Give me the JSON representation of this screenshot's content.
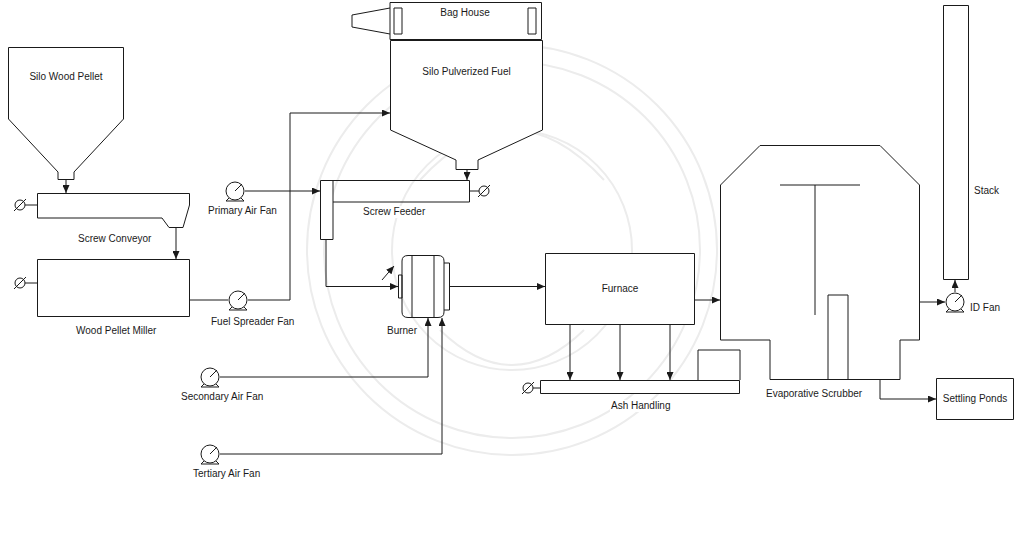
{
  "diagram": {
    "nodes": [
      {
        "text": [
          "Silo Wood Pellet"
        ]
      },
      {
        "text": [
          "Screw Conveyor"
        ]
      },
      {
        "text": [
          "Wood Pellet Miller"
        ]
      },
      {
        "text": [
          "Primary Air Fan"
        ]
      },
      {
        "text": [
          "Fuel Spreader Fan"
        ]
      },
      {
        "text": [
          "Secondary Air Fan"
        ]
      },
      {
        "text": [
          "Tertiary Air Fan"
        ]
      },
      {
        "text": [
          "Bag House"
        ]
      },
      {
        "text": [
          "Silo Pulverized Fuel"
        ]
      },
      {
        "text": [
          "Screw Feeder"
        ]
      },
      {
        "text": [
          "Burner"
        ]
      },
      {
        "text": [
          "Furnace"
        ]
      },
      {
        "text": [
          "Ash Handling"
        ]
      },
      {
        "text": [
          "Evaporative Scrubber"
        ]
      },
      {
        "text": [
          "ID Fan"
        ]
      },
      {
        "text": [
          "Stack"
        ]
      },
      {
        "text": [
          "Settling Ponds"
        ]
      }
    ],
    "edges": [
      {
        "from": 0,
        "to": 1,
        "arrow": "to"
      },
      {
        "from": 1,
        "to": 2,
        "arrow": "to"
      },
      {
        "from": 2,
        "to": 4,
        "arrow": "none"
      },
      {
        "from": 4,
        "to": 8,
        "arrow": "to"
      },
      {
        "from": 3,
        "to": 9,
        "arrow": "to"
      },
      {
        "from": 8,
        "to": 9,
        "arrow": "to"
      },
      {
        "from": 9,
        "to": 10,
        "arrow": "to"
      },
      {
        "from": 5,
        "to": 10,
        "arrow": "to"
      },
      {
        "from": 6,
        "to": 10,
        "arrow": "to"
      },
      {
        "from": 10,
        "to": 11,
        "arrow": "to"
      },
      {
        "from": 11,
        "to": 12,
        "arrow": "to"
      },
      {
        "from": 11,
        "to": 13,
        "arrow": "to"
      },
      {
        "from": 13,
        "to": 14,
        "arrow": "to"
      },
      {
        "from": 14,
        "to": 15,
        "arrow": "to"
      },
      {
        "from": 13,
        "to": 16,
        "arrow": "to"
      }
    ]
  }
}
